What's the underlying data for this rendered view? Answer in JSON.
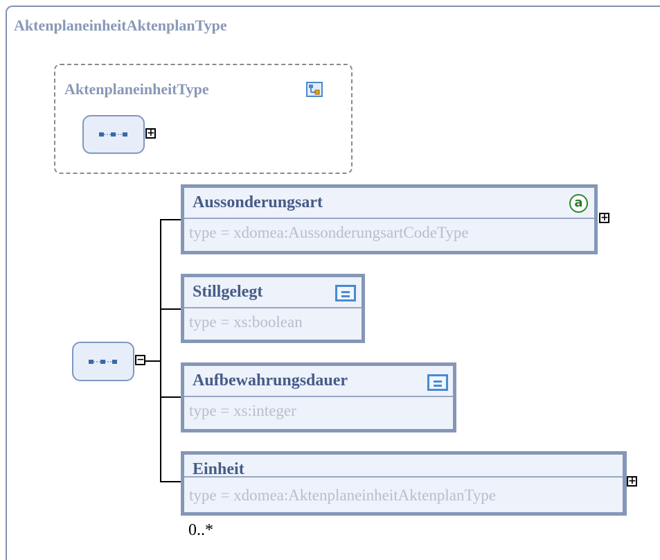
{
  "type_title": "AktenplaneinheitAktenplanType",
  "base": {
    "title": "AktenplaneinheitType",
    "icon": "complex-type-icon",
    "sequence_toggle": "+"
  },
  "sequence_toggle": "−",
  "elements": [
    {
      "name": "Aussonderungsart",
      "type_line": "type  =  xdomea:AussonderungsartCodeType",
      "icon": "attribute-icon",
      "icon_glyph": "a",
      "toggle": "+"
    },
    {
      "name": "Stillgelegt",
      "type_line": "type  =  xs:boolean",
      "icon": "simple-type-icon"
    },
    {
      "name": "Aufbewahrungsdauer",
      "type_line": "type  =  xs:integer",
      "icon": "simple-type-icon"
    },
    {
      "name": "Einheit",
      "type_line": "type  =  xdomea:AktenplaneinheitAktenplanType",
      "toggle": "+",
      "occurrence": "0..*"
    }
  ],
  "colors": {
    "title": "#8898b8",
    "element_border": "#8597b7",
    "element_fill": "#edf2fb",
    "element_name": "#465b87",
    "type_text": "#b8bfc9",
    "attribute_icon": "#2a8a2a"
  }
}
